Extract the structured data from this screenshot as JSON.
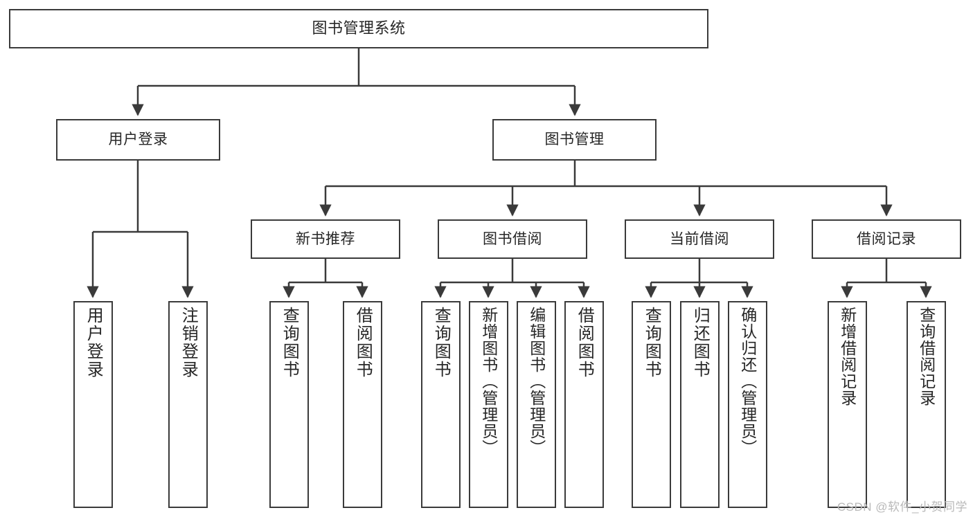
{
  "diagram": {
    "title": "图书管理系统",
    "type": "tree",
    "root": {
      "label": "图书管理系统",
      "children": [
        {
          "label": "用户登录",
          "children": [
            {
              "label": "用户登录"
            },
            {
              "label": "注销登录"
            }
          ]
        },
        {
          "label": "图书管理",
          "children": [
            {
              "label": "新书推荐",
              "children": [
                {
                  "label": "查询图书"
                },
                {
                  "label": "借阅图书"
                }
              ]
            },
            {
              "label": "图书借阅",
              "children": [
                {
                  "label": "查询图书"
                },
                {
                  "label": "新增图书（管理员）"
                },
                {
                  "label": "编辑图书（管理员）"
                },
                {
                  "label": "借阅图书"
                }
              ]
            },
            {
              "label": "当前借阅",
              "children": [
                {
                  "label": "查询图书"
                },
                {
                  "label": "归还图书"
                },
                {
                  "label": "确认归还（管理员）"
                }
              ]
            },
            {
              "label": "借阅记录",
              "children": [
                {
                  "label": "新增借阅记录"
                },
                {
                  "label": "查询借阅记录"
                }
              ]
            }
          ]
        }
      ]
    }
  },
  "nodes": {
    "root": "图书管理系统",
    "user_login": "用户登录",
    "book_manage": "图书管理",
    "new_book_rec": "新书推荐",
    "book_borrow": "图书借阅",
    "current_borrow": "当前借阅",
    "borrow_record": "借阅记录",
    "leaf_user_login": "用户登录",
    "leaf_logout": "注销登录",
    "leaf_rec_query": "查询图书",
    "leaf_rec_borrow": "借阅图书",
    "leaf_borrow_query": "查询图书",
    "leaf_borrow_add": "新增图书（管理员）",
    "leaf_borrow_edit": "编辑图书（管理员）",
    "leaf_borrow_borrow": "借阅图书",
    "leaf_cur_query": "查询图书",
    "leaf_cur_return": "归还图书",
    "leaf_cur_confirm": "确认归还（管理员）",
    "leaf_rec_add": "新增借阅记录",
    "leaf_rec_query2": "查询借阅记录"
  },
  "watermark": {
    "text": "CSDN @软件_小贺同学"
  },
  "colors": {
    "stroke": "#3a3a3a",
    "text": "#262626",
    "background": "#ffffff",
    "watermark": "#b9b9b9"
  }
}
